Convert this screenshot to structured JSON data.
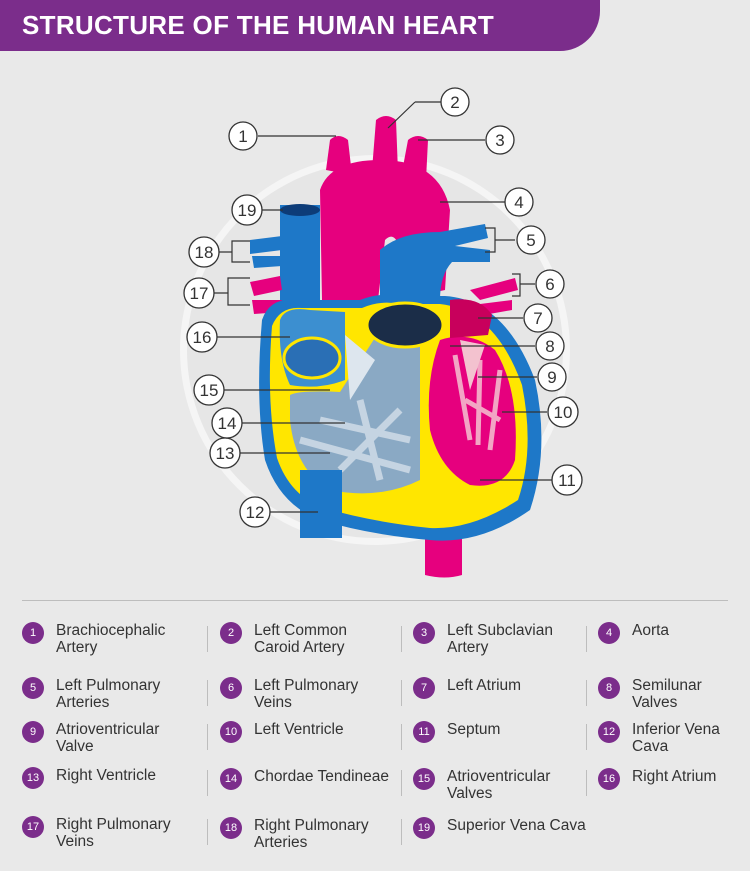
{
  "title": "STRUCTURE OF THE HUMAN HEART",
  "colors": {
    "banner": "#7b2d8b",
    "aorta_pink": "#e6007e",
    "vein_blue": "#1e78c8",
    "wall_yellow": "#ffe600",
    "badge": "#7b2d8b"
  },
  "callouts": [
    "1",
    "2",
    "3",
    "4",
    "5",
    "6",
    "7",
    "8",
    "9",
    "10",
    "11",
    "12",
    "13",
    "14",
    "15",
    "16",
    "17",
    "18",
    "19"
  ],
  "legend": [
    {
      "num": "1",
      "label": "Brachiocephalic Artery"
    },
    {
      "num": "2",
      "label": "Left Common Caroid Artery"
    },
    {
      "num": "3",
      "label": "Left Subclavian Artery"
    },
    {
      "num": "4",
      "label": "Aorta"
    },
    {
      "num": "5",
      "label": "Left Pulmonary Arteries"
    },
    {
      "num": "6",
      "label": "Left Pulmonary Veins"
    },
    {
      "num": "7",
      "label": "Left Atrium"
    },
    {
      "num": "8",
      "label": "Semilunar Valves"
    },
    {
      "num": "9",
      "label": "Atrioventricular Valve"
    },
    {
      "num": "10",
      "label": "Left Ventricle"
    },
    {
      "num": "11",
      "label": "Septum"
    },
    {
      "num": "12",
      "label": "Inferior Vena Cava"
    },
    {
      "num": "13",
      "label": "Right Ventricle"
    },
    {
      "num": "14",
      "label": "Chordae Tendineae"
    },
    {
      "num": "15",
      "label": "Atrioventricular Valves"
    },
    {
      "num": "16",
      "label": "Right Atrium"
    },
    {
      "num": "17",
      "label": "Right Pulmonary Veins"
    },
    {
      "num": "18",
      "label": "Right Pulmonary Arteries"
    },
    {
      "num": "19",
      "label": "Superior Vena Cava"
    }
  ]
}
